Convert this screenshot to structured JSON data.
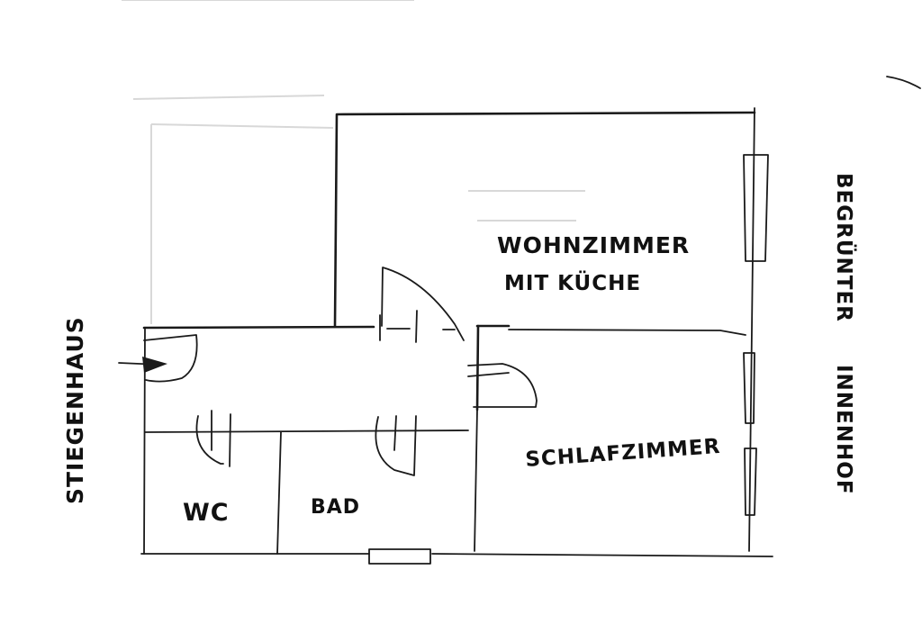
{
  "diagram": {
    "type": "hand-drawn floor plan",
    "colors": {
      "ink": "#1a1a1a",
      "paper": "#ffffff",
      "ghost": "#d8d8d8"
    },
    "rooms": [
      {
        "id": "wohnzimmer",
        "label_line1": "WOHNZIMMER",
        "label_line2": "MIT KÜCHE"
      },
      {
        "id": "schlafzimmer",
        "label": "SCHLAFZIMMER"
      },
      {
        "id": "wc",
        "label": "WC"
      },
      {
        "id": "bad",
        "label": "BAD"
      }
    ],
    "outside_labels": {
      "left": "STIEGENHAUS",
      "right_top": "BEGRÜNTER",
      "right_bottom": "INNENHOF"
    },
    "symbols": [
      {
        "id": "entrance-arrow",
        "description": "entrance arrow from stairwell"
      },
      {
        "id": "door-wohnzimmer",
        "description": "door swing into living room"
      },
      {
        "id": "door-schlafzimmer",
        "description": "door swing into bedroom"
      },
      {
        "id": "door-wc",
        "description": "door swing into WC"
      },
      {
        "id": "door-bad",
        "description": "door swing into bathroom"
      },
      {
        "id": "window-wohnzimmer",
        "description": "window on courtyard side"
      },
      {
        "id": "window-schlafzimmer-1",
        "description": "window on courtyard side"
      },
      {
        "id": "window-schlafzimmer-2",
        "description": "window on courtyard side"
      },
      {
        "id": "window-bad",
        "description": "window on bottom wall"
      }
    ]
  }
}
